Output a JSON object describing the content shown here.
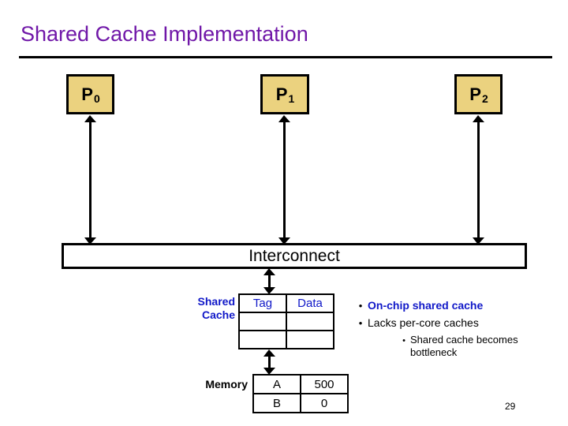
{
  "slide": {
    "title": "Shared Cache Implementation",
    "page_number": "29",
    "title_color": "#7017a8",
    "accent_color": "#1018c8",
    "processor_fill": "#ebd27f"
  },
  "processors": [
    {
      "name": "P",
      "index": "0"
    },
    {
      "name": "P",
      "index": "1"
    },
    {
      "name": "P",
      "index": "2"
    }
  ],
  "interconnect": {
    "label": "Interconnect"
  },
  "cache": {
    "label_line1": "Shared",
    "label_line2": "Cache",
    "headers": [
      "Tag",
      "Data"
    ],
    "rows": [
      [
        "",
        ""
      ],
      [
        "",
        ""
      ]
    ]
  },
  "memory": {
    "label": "Memory",
    "rows": [
      [
        "A",
        "500"
      ],
      [
        "B",
        "0"
      ]
    ]
  },
  "bullets": [
    {
      "level": 1,
      "text": "On-chip shared cache",
      "style": "accent",
      "marker": "•"
    },
    {
      "level": 1,
      "text": "Lacks per-core caches",
      "style": "plain",
      "marker": "•"
    },
    {
      "level": 2,
      "text": "Shared cache becomes bottleneck",
      "style": "plain",
      "marker": "•"
    }
  ]
}
